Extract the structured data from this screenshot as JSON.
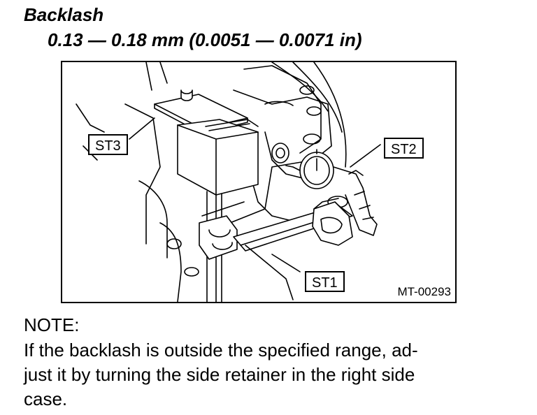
{
  "heading": {
    "title": "Backlash",
    "spec": "0.13 — 0.18 mm (0.0051 — 0.0071 in)"
  },
  "figure": {
    "callouts": {
      "st3": "ST3",
      "st2": "ST2",
      "st1": "ST1"
    },
    "figure_id": "MT-00293"
  },
  "note": {
    "heading": "NOTE:",
    "lines": [
      "If the backlash is outside the specified range, ad-",
      "just it by turning the side retainer in the right side",
      "case."
    ]
  }
}
